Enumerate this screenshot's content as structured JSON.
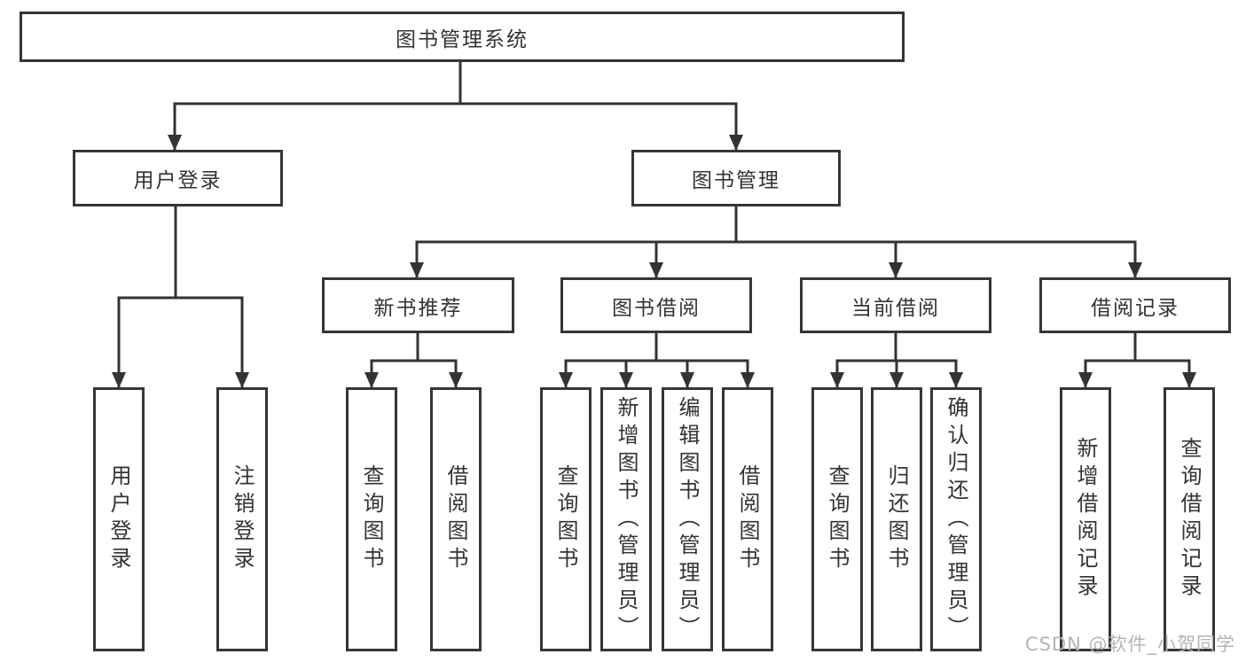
{
  "title": "图书管理系统",
  "nodes": {
    "root": {
      "label": "图书管理系统"
    },
    "level2": [
      {
        "label": "用户登录"
      },
      {
        "label": "图书管理"
      }
    ],
    "level3": [
      {
        "label": "新书推荐",
        "parent": "图书管理"
      },
      {
        "label": "图书借阅",
        "parent": "图书管理"
      },
      {
        "label": "当前借阅",
        "parent": "图书管理"
      },
      {
        "label": "借阅记录",
        "parent": "图书管理"
      }
    ],
    "leaves": [
      {
        "label": "用户登录",
        "parent": "用户登录"
      },
      {
        "label": "注销登录",
        "parent": "用户登录"
      },
      {
        "label": "查询图书",
        "parent": "新书推荐"
      },
      {
        "label": "借阅图书",
        "parent": "新书推荐"
      },
      {
        "label": "查询图书",
        "parent": "图书借阅"
      },
      {
        "label": "新增图书（管理员）",
        "parent": "图书借阅"
      },
      {
        "label": "编辑图书（管理员）",
        "parent": "图书借阅"
      },
      {
        "label": "借阅图书",
        "parent": "图书借阅"
      },
      {
        "label": "查询图书",
        "parent": "当前借阅"
      },
      {
        "label": "归还图书",
        "parent": "当前借阅"
      },
      {
        "label": "确认归还（管理员）",
        "parent": "当前借阅"
      },
      {
        "label": "新增借阅记录",
        "parent": "借阅记录"
      },
      {
        "label": "查询借阅记录",
        "parent": "借阅记录"
      }
    ]
  },
  "colors": {
    "line": "#333333",
    "text": "#333333",
    "box_fill": "#ffffff",
    "watermark": "#b5b5b5"
  },
  "watermark": {
    "text": "CSDN @软件_小贺同学"
  }
}
